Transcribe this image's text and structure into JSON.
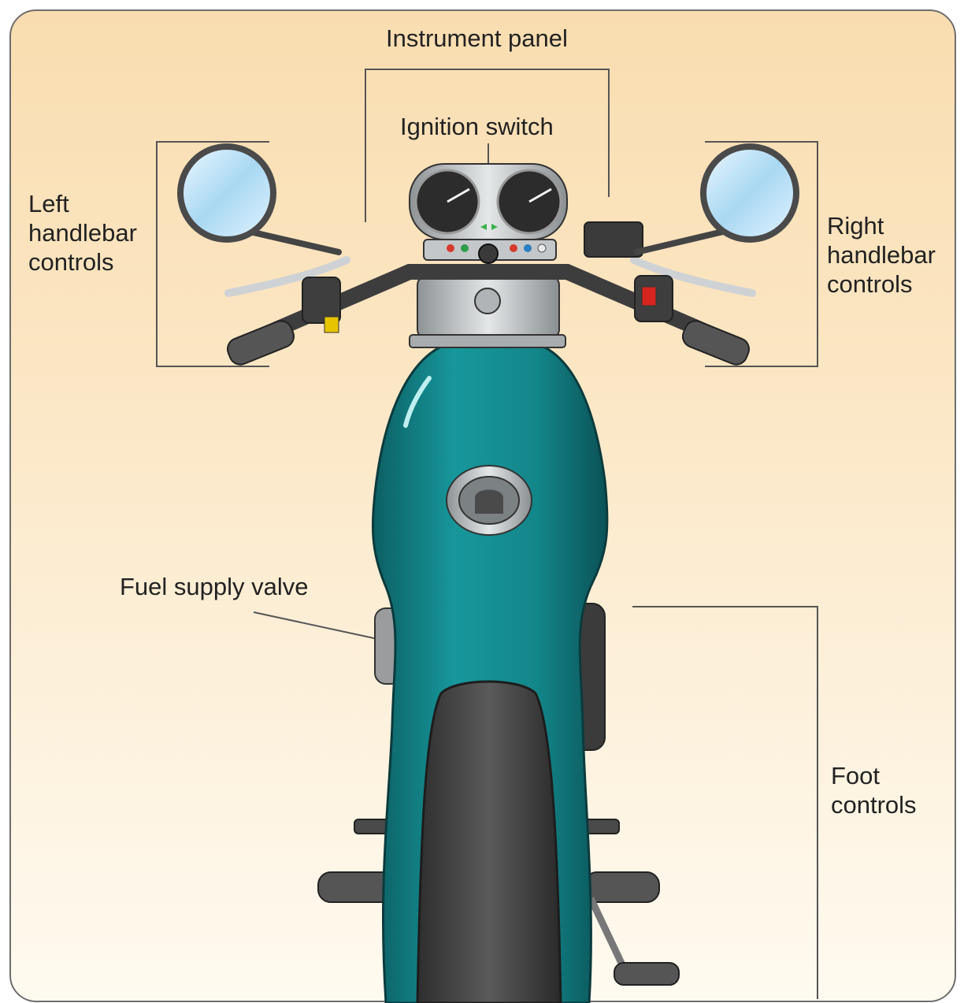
{
  "labels": {
    "instrument_panel": "Instrument panel",
    "ignition_switch": "Ignition switch",
    "left_handlebar": "Left\nhandlebar\ncontrols",
    "right_handlebar": "Right\nhandlebar\ncontrols",
    "fuel_supply_valve": "Fuel supply valve",
    "foot_controls": "Foot\ncontrols"
  },
  "colors": {
    "background_top": "#f9ddb0",
    "background_bottom": "#fffaf0",
    "tank": "#13868a",
    "seat": "#4a4a4a",
    "chrome": "#bfc3c5",
    "leader_line": "#555555"
  }
}
